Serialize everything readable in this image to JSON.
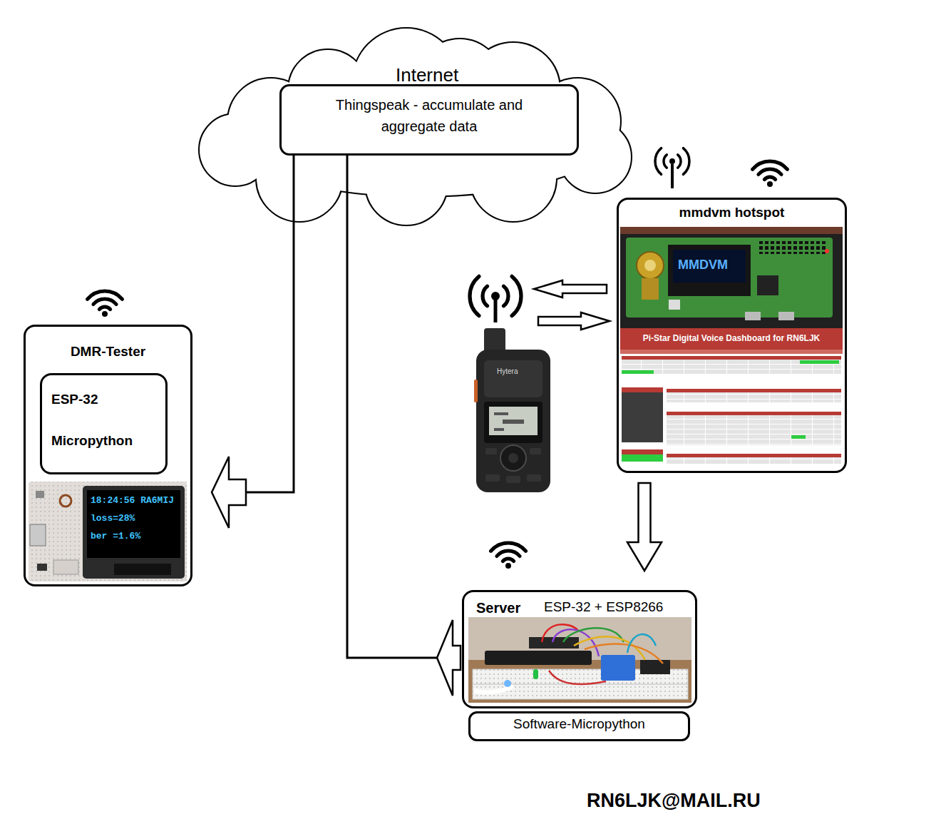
{
  "diagram": {
    "nodes": [
      {
        "text": [
          "Internet"
        ]
      },
      {
        "text": [
          "Thingspeak - accumulate and aggregate data"
        ],
        "in": 0
      },
      {
        "text": [
          "mmdvm hotspot"
        ]
      },
      {
        "text": [
          "DMR-Tester"
        ]
      },
      {
        "text": [
          "ESP-32",
          "Micropython"
        ],
        "in": 3
      },
      {
        "text": [
          "Hytera"
        ]
      },
      {
        "text": [
          "Server",
          "ESP-32 + ESP8266"
        ]
      },
      {
        "text": [
          "Software-Micropython"
        ]
      }
    ],
    "edges": [
      {
        "from": 1,
        "to": 3,
        "arrow": "to"
      },
      {
        "from": 1,
        "to": 6,
        "arrow": "to"
      },
      {
        "from": 2,
        "to": 5,
        "arrow": "to"
      },
      {
        "from": 5,
        "to": 2,
        "arrow": "to"
      },
      {
        "from": 2,
        "to": 6,
        "arrow": "to"
      }
    ],
    "labels": [
      "18:24:56 RA6MIJ",
      "loss=28%",
      "ber =1.6%",
      "MMDVM",
      "Pi-Star Digital Voice Dashboard for RN6LJK",
      "RN6LJK@MAIL.RU"
    ]
  }
}
